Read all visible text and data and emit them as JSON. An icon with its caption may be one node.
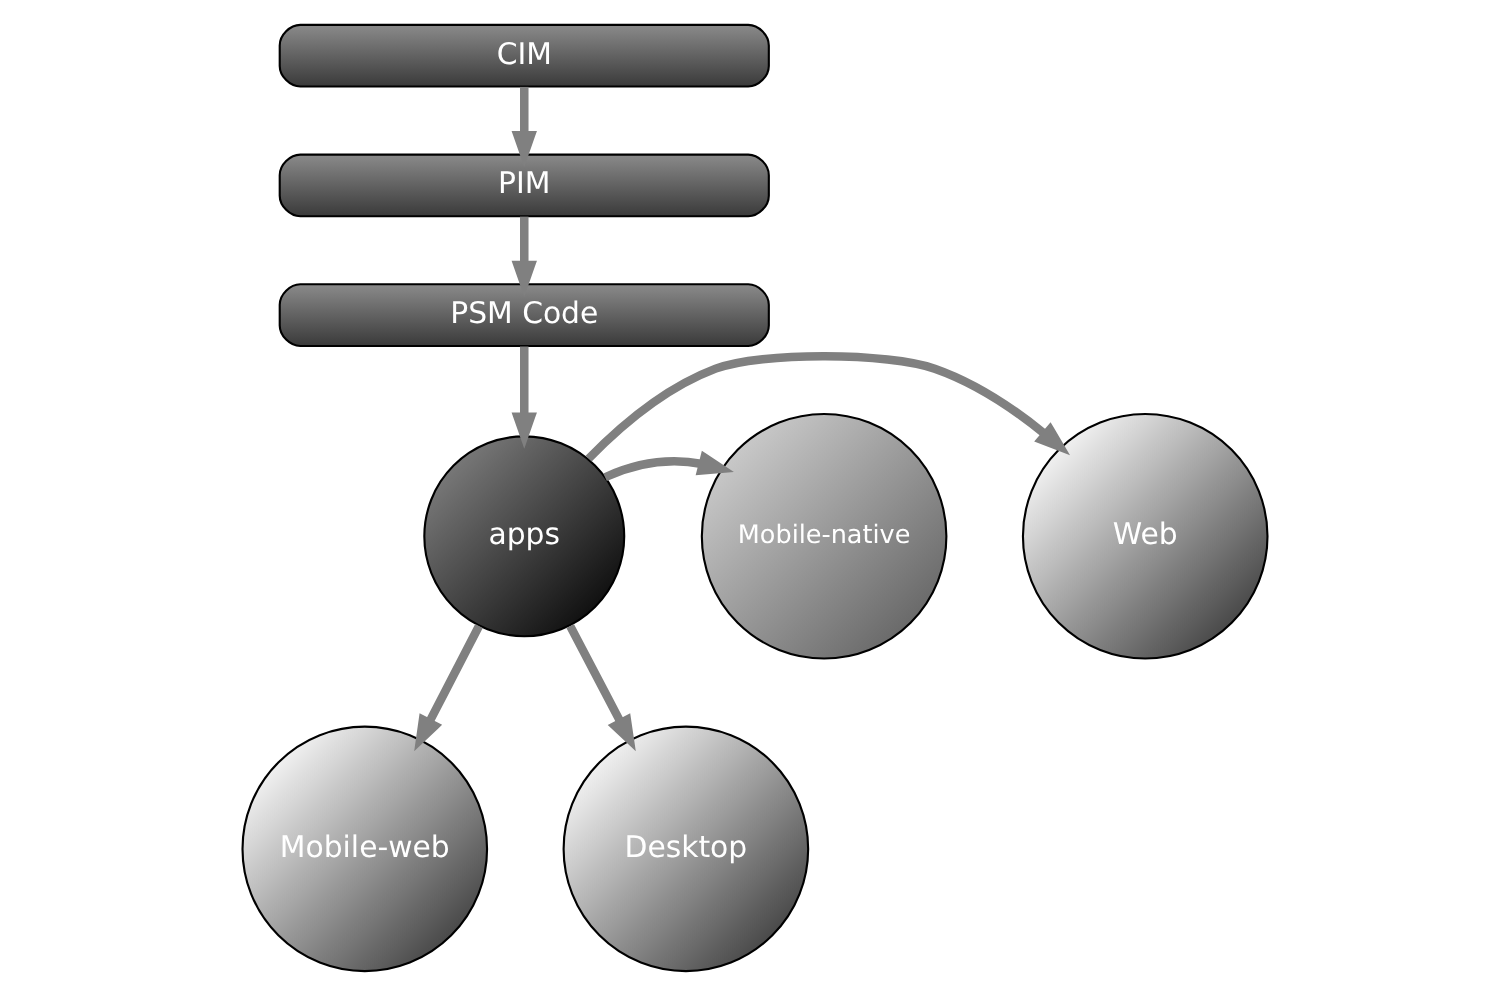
{
  "diagram": {
    "nodes": [
      {
        "text": [
          "CIM"
        ]
      },
      {
        "text": [
          "PIM"
        ]
      },
      {
        "text": [
          "PSM Code"
        ]
      },
      {
        "text": [
          "Web"
        ]
      },
      {
        "text": [
          "apps"
        ]
      },
      {
        "text": [
          "Mobile-native"
        ]
      },
      {
        "text": [
          "Mobile-web"
        ]
      },
      {
        "text": [
          "Desktop"
        ]
      }
    ],
    "edges": [
      {
        "from": 0,
        "to": 1,
        "arrow": "to"
      },
      {
        "from": 1,
        "to": 2,
        "arrow": "to"
      },
      {
        "from": 2,
        "to": 4,
        "arrow": "to"
      },
      {
        "from": 4,
        "to": 3,
        "arrow": "to"
      },
      {
        "from": 4,
        "to": 5,
        "arrow": "to"
      },
      {
        "from": 4,
        "to": 6,
        "arrow": "to"
      },
      {
        "from": 4,
        "to": 7,
        "arrow": "to"
      }
    ]
  }
}
